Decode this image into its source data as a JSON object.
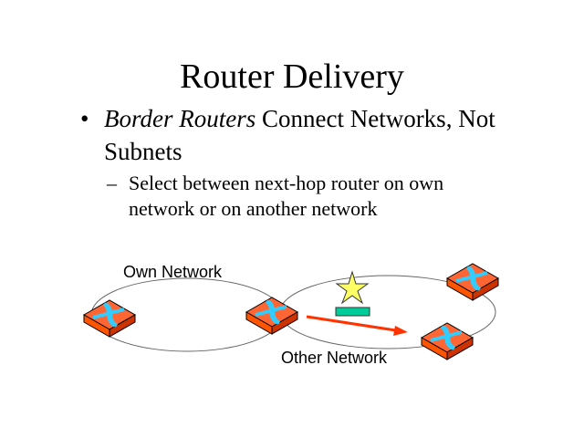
{
  "slide": {
    "title": "Router Delivery",
    "bullet1_italic": "Border Routers",
    "bullet1_rest": " Connect Networks, Not Subnets",
    "bullet1_marker": "•",
    "bullet2_marker": "–",
    "bullet2": "Select between next-hop router on own network or on another network"
  },
  "diagram": {
    "own_network_label": "Own Network",
    "other_network_label": "Other Network",
    "colors": {
      "router": "#ff6633",
      "router_dark": "#cc3300",
      "arrow": "#ff3300",
      "cross": "#33ccff",
      "star": "#ffff66",
      "bar": "#00cc99"
    }
  }
}
